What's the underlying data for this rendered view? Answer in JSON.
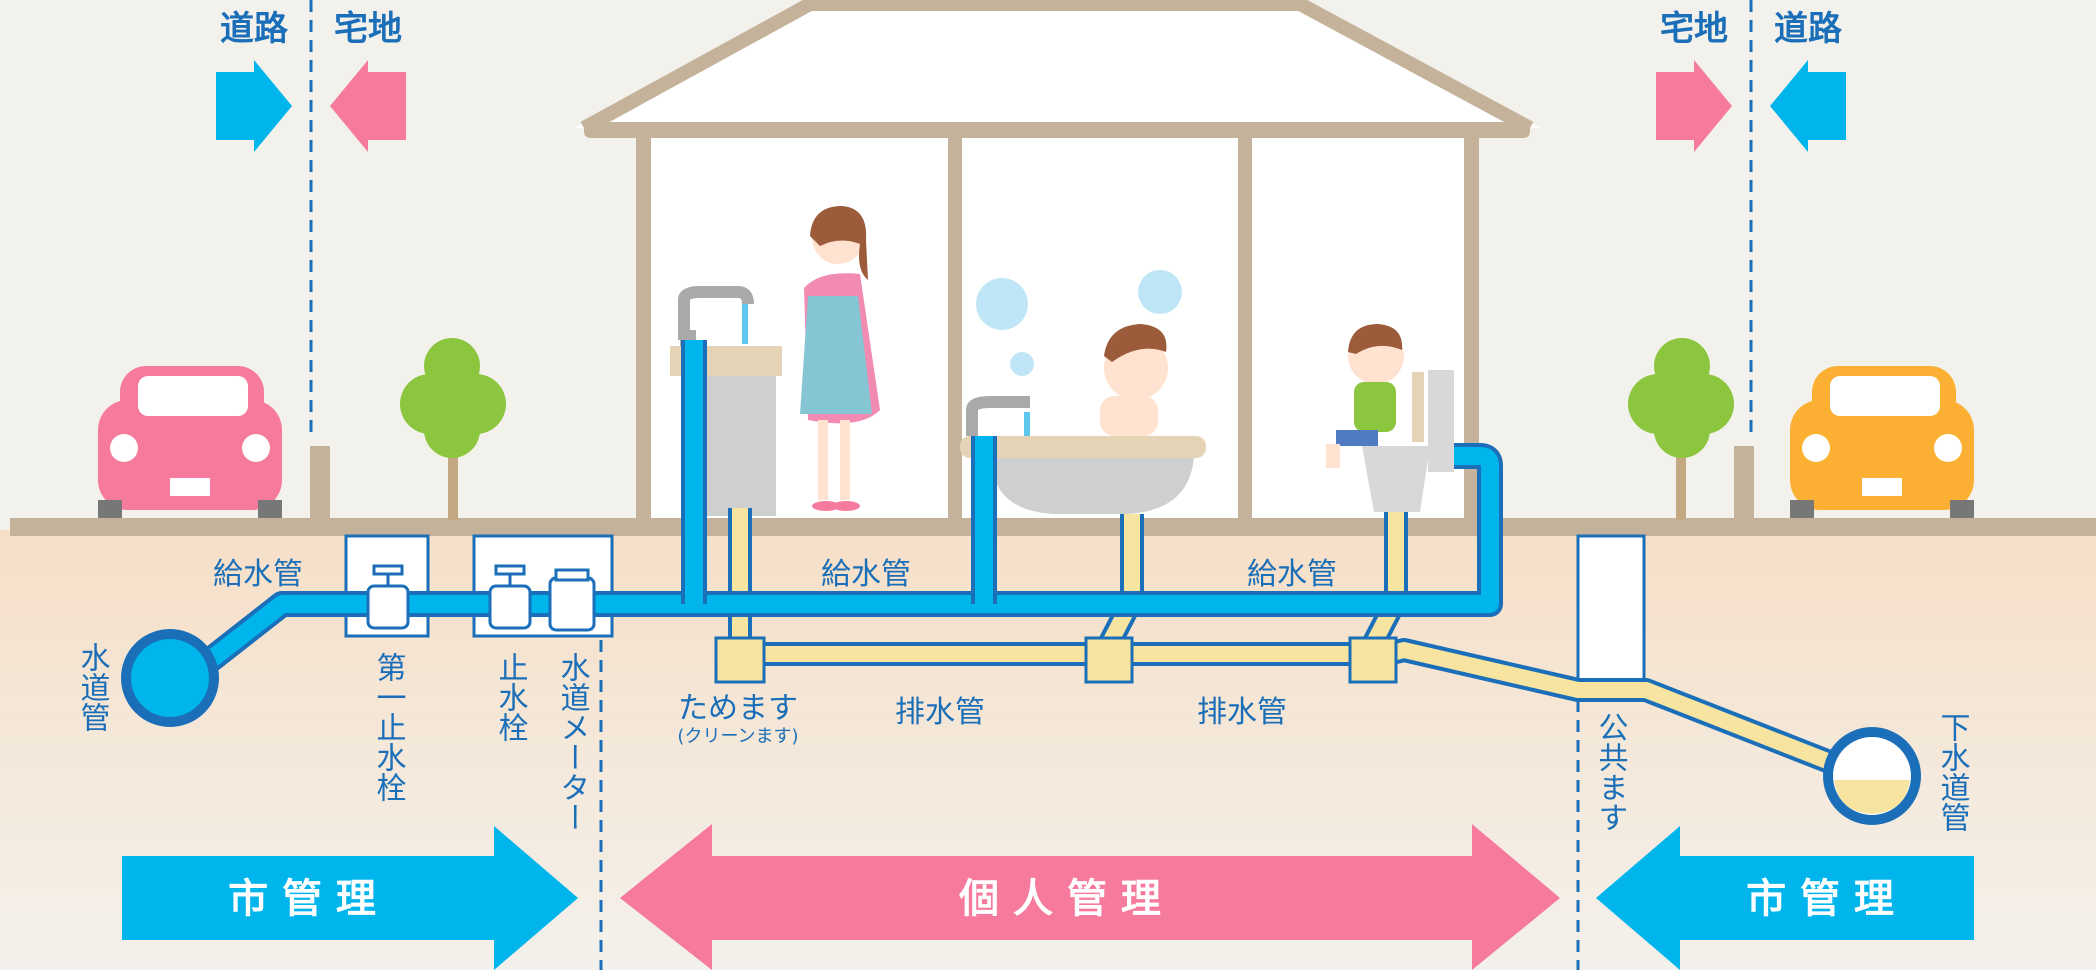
{
  "top_labels": {
    "left_road": "道路",
    "left_land": "宅地",
    "right_land": "宅地",
    "right_road": "道路"
  },
  "pipes": {
    "supply_left": "給水管",
    "supply_mid": "給水管",
    "supply_right": "給水管",
    "drain_left": "排水管",
    "drain_right": "排水管"
  },
  "parts": {
    "water_main": "水道管",
    "first_stop_valve": "第一止水栓",
    "stop_valve": "止水栓",
    "water_meter": "水道メーター",
    "trap": "ためます",
    "trap_sub": "(クリーンます)",
    "public_box": "公共ます",
    "sewer": "下水道管"
  },
  "management": {
    "city_left": "市 管 理",
    "personal": "個 人 管 理",
    "city_right": "市 管 理"
  },
  "colors": {
    "water_blue": "#00b4ec",
    "pipe_dark": "#1b6fb8",
    "pink": "#f57a9c",
    "drain_yellow": "#f7e4a0",
    "house_frame": "#c4b29b",
    "ground": "#f6dfc7"
  }
}
